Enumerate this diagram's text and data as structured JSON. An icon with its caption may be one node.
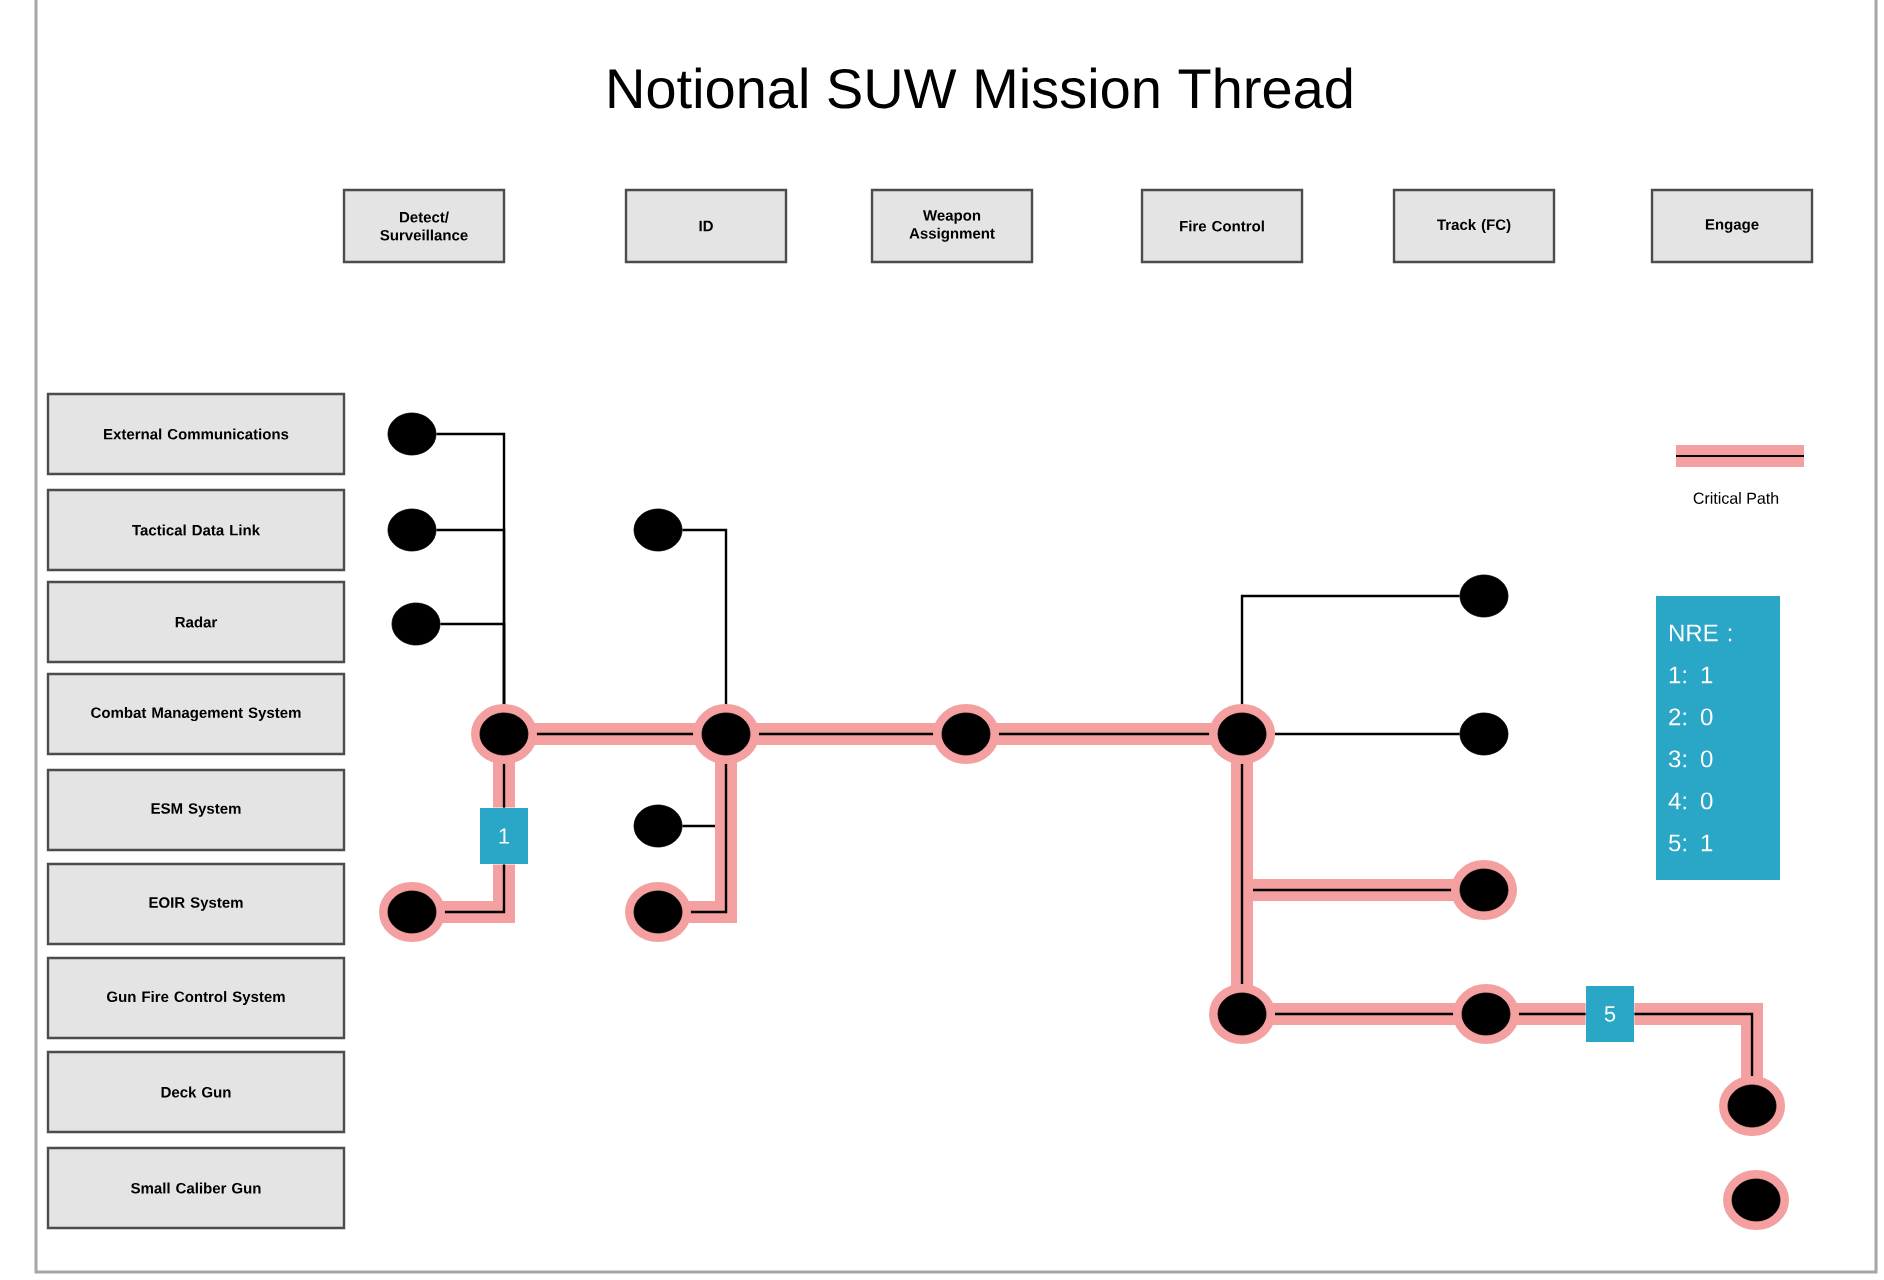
{
  "diagram": {
    "title": "Notional SUW Mission Thread",
    "nodes": [
      {
        "text": [
          "Detect/ Surveillance"
        ]
      },
      {
        "text": [
          "ID"
        ]
      },
      {
        "text": [
          "Weapon Assignment"
        ]
      },
      {
        "text": [
          "Fire Control"
        ]
      },
      {
        "text": [
          "Track (FC)"
        ]
      },
      {
        "text": [
          "Engage"
        ]
      },
      {
        "text": [
          "External Communications"
        ]
      },
      {
        "text": [
          "Tactical Data Link"
        ]
      },
      {
        "text": [
          "Radar"
        ]
      },
      {
        "text": [
          "Combat Management System"
        ]
      },
      {
        "text": [
          "ESM System"
        ]
      },
      {
        "text": [
          "EOIR System"
        ]
      },
      {
        "text": [
          "Gun Fire Control System"
        ]
      },
      {
        "text": [
          "Deck Gun"
        ]
      },
      {
        "text": [
          "Small Caliber Gun"
        ]
      },
      {
        "text": [],
        "shape": "circle"
      },
      {
        "text": [],
        "shape": "circle"
      },
      {
        "text": [],
        "shape": "circle"
      },
      {
        "text": [],
        "shape": "circle"
      },
      {
        "text": [],
        "shape": "circle"
      },
      {
        "text": [],
        "shape": "circle"
      },
      {
        "text": [],
        "shape": "circle"
      },
      {
        "text": [],
        "shape": "circle"
      },
      {
        "text": [],
        "shape": "circle"
      },
      {
        "text": [],
        "shape": "circle"
      },
      {
        "text": [
          "1"
        ]
      },
      {
        "text": [],
        "shape": "circle"
      },
      {
        "text": [],
        "shape": "circle"
      },
      {
        "text": [],
        "shape": "circle"
      },
      {
        "text": [],
        "shape": "circle"
      },
      {
        "text": [],
        "shape": "circle"
      },
      {
        "text": [],
        "shape": "circle"
      },
      {
        "text": [
          "5"
        ]
      },
      {
        "text": [],
        "shape": "circle"
      },
      {
        "text": [],
        "shape": "circle"
      },
      {
        "text": [
          "NRE :",
          "1: 1",
          "2: 0",
          "3: 0",
          "4: 0",
          "5: 1"
        ]
      }
    ],
    "edges": [
      {
        "from": 15,
        "to": 20,
        "arrow": "none",
        "color": "#000000"
      },
      {
        "from": 16,
        "to": 20,
        "arrow": "none",
        "color": "#000000"
      },
      {
        "from": 19,
        "to": 20,
        "arrow": "none",
        "color": "#000000"
      },
      {
        "from": 28,
        "to": 25,
        "arrow": "none",
        "color": "#f4a0a0"
      },
      {
        "from": 25,
        "to": 20,
        "arrow": "none",
        "color": "#f4a0a0"
      },
      {
        "from": 17,
        "to": 21,
        "arrow": "none",
        "color": "#000000"
      },
      {
        "from": 26,
        "to": 21,
        "arrow": "none",
        "color": "#000000"
      },
      {
        "from": 29,
        "to": 21,
        "arrow": "none",
        "color": "#f4a0a0"
      },
      {
        "from": 20,
        "to": 21,
        "arrow": "none",
        "color": "#f4a0a0"
      },
      {
        "from": 21,
        "to": 22,
        "arrow": "none",
        "color": "#f4a0a0"
      },
      {
        "from": 22,
        "to": 23,
        "arrow": "none",
        "color": "#f4a0a0"
      },
      {
        "from": 23,
        "to": 18,
        "arrow": "none",
        "color": "#000000"
      },
      {
        "from": 23,
        "to": 24,
        "arrow": "none",
        "color": "#000000"
      },
      {
        "from": 23,
        "to": 27,
        "arrow": "none",
        "color": "#f4a0a0"
      },
      {
        "from": 23,
        "to": 30,
        "arrow": "none",
        "color": "#f4a0a0"
      },
      {
        "from": 30,
        "to": 31,
        "arrow": "none",
        "color": "#f4a0a0"
      },
      {
        "from": 31,
        "to": 32,
        "arrow": "none",
        "color": "#f4a0a0"
      },
      {
        "from": 32,
        "to": 33,
        "arrow": "none",
        "color": "#f4a0a0"
      }
    ],
    "legend": [
      {
        "text": "Critical Path"
      }
    ]
  }
}
